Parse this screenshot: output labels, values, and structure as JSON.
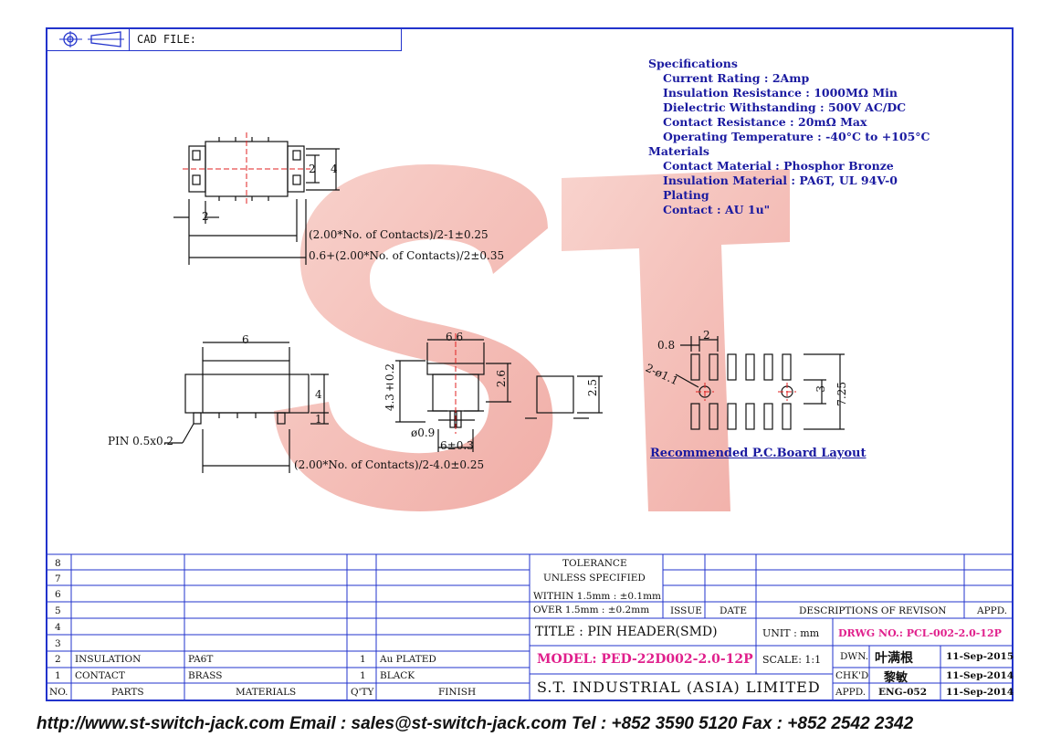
{
  "cad": {
    "label": "CAD FILE:"
  },
  "specs": {
    "heading": "Specifications",
    "items": [
      "Current Rating : 2Amp",
      "Insulation Resistance : 1000MΩ Min",
      "Dielectric Withstanding : 500V AC/DC",
      "Contact Resistance : 20mΩ Max",
      "Operating Temperature : -40°C to +105°C"
    ],
    "materials_heading": "Materials",
    "materials": [
      "Contact Material : Phosphor Bronze",
      "Insulation Material : PA6T, UL 94V-0",
      "Plating",
      "Contact : AU 1u\""
    ]
  },
  "dims": {
    "top_2": "2",
    "top_4": "4",
    "top_2b": "2",
    "formula1": "(2.00*No. of Contacts)/2-1±0.25",
    "formula2": "0.6+(2.00*No. of Contacts)/2±0.35",
    "side_6": "6",
    "side_4": "4",
    "side_1": "1",
    "pin": "PIN 0.5x0.2",
    "formula3": "(2.00*No. of Contacts)/2-4.0±0.25",
    "end_66": "6.6",
    "end_43": "4.3±0.2",
    "end_26": "2.6",
    "end_09": "ø0.9",
    "end_6": "6±0.3",
    "end_25": "2.5",
    "pcb_08": "0.8",
    "pcb_2": "2",
    "pcb_hole": "2-ø1.1",
    "pcb_3": "3",
    "pcb_725": "7.25",
    "pcb_caption": "Recommended P.C.Board Layout"
  },
  "parts_table": {
    "row_numbers": [
      "8",
      "7",
      "6",
      "5",
      "4",
      "3",
      "2",
      "1"
    ],
    "rows": [
      {
        "no": "2",
        "part": "INSULATION",
        "material": "PA6T",
        "qty": "1",
        "finish": "Au PLATED"
      },
      {
        "no": "1",
        "part": "CONTACT",
        "material": "BRASS",
        "qty": "1",
        "finish": "BLACK"
      }
    ],
    "headers": {
      "no": "NO.",
      "parts": "PARTS",
      "materials": "MATERIALS",
      "qty": "Q'TY",
      "finish": "FINISH"
    }
  },
  "tolerance": {
    "title": "TOLERANCE",
    "subtitle": "UNLESS  SPECIFIED",
    "within": "WITHIN  1.5mm : ±0.1mm",
    "over": "OVER   1.5mm : ±0.2mm"
  },
  "revision": {
    "issue": "ISSUE",
    "date": "DATE",
    "desc": "DESCRIPTIONS OF REVISON",
    "appd": "APPD."
  },
  "title_block": {
    "title": "TITLE : PIN HEADER(SMD)",
    "unit_label": "UNIT :  mm",
    "drwg": "DRWG NO.: PCL-002-2.0-12P",
    "model": "MODEL: PED-22D002-2.0-12P",
    "scale": "SCALE:  1:1",
    "dwn_label": "DWN.",
    "dwn_name": "叶满根",
    "dwn_date": "11-Sep-2015",
    "chk_label": "CHK'D",
    "chk_name": "黎敏",
    "chk_date": "11-Sep-2014",
    "appd_label": "APPD.",
    "appd_name": "ENG-052",
    "appd_date": "11-Sep-2014",
    "company": "S.T. INDUSTRIAL (ASIA) LIMITED"
  },
  "footer": "http://www.st-switch-jack.com  Email : sales@st-switch-jack.com  Tel : +852 3590 5120  Fax : +852 2542 2342",
  "watermark": {
    "letters": "ST",
    "color": "#f2b5ae"
  }
}
